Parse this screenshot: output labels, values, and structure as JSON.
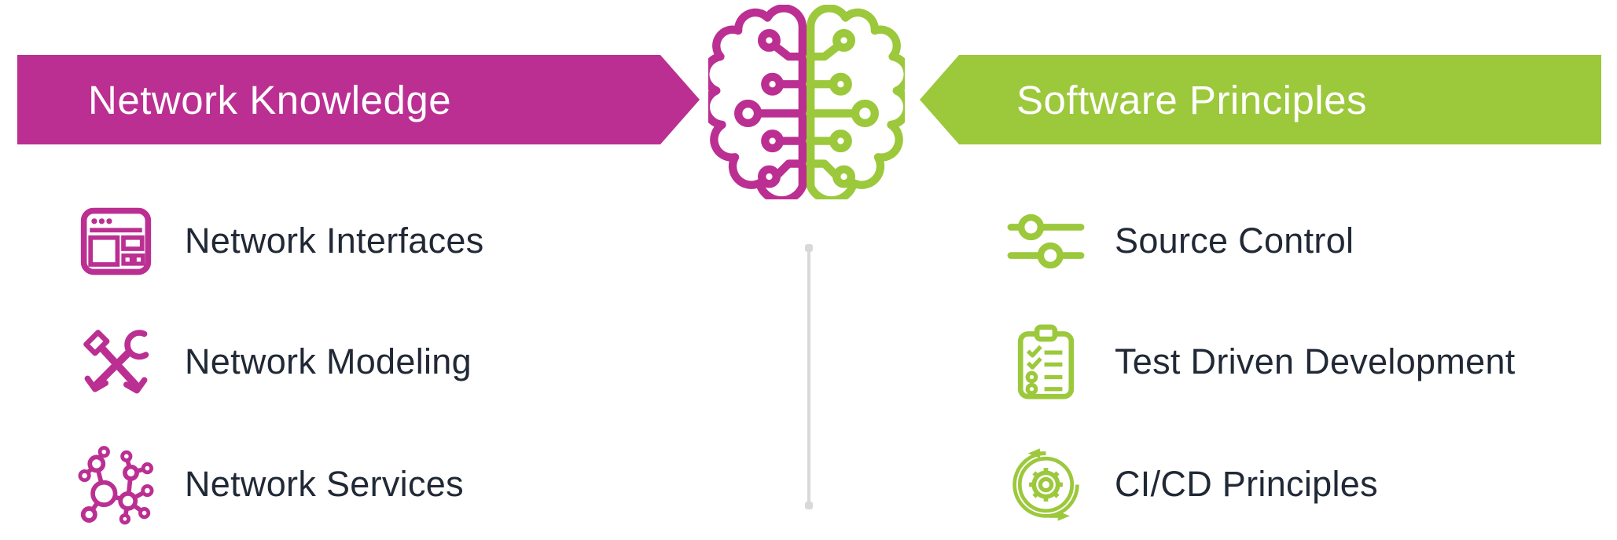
{
  "header": {
    "left_banner": {
      "label": "Network Knowledge"
    },
    "right_banner": {
      "label": "Software Principles"
    }
  },
  "center": {
    "icon": "split-brain-circuit-icon"
  },
  "left_column": {
    "items": [
      {
        "label": "Network Interfaces",
        "icon": "browser-window-icon"
      },
      {
        "label": "Network Modeling",
        "icon": "tools-icon"
      },
      {
        "label": "Network Services",
        "icon": "network-nodes-icon"
      }
    ]
  },
  "right_column": {
    "items": [
      {
        "label": "Source Control",
        "icon": "sliders-icon"
      },
      {
        "label": "Test Driven Development",
        "icon": "checklist-icon"
      },
      {
        "label": "CI/CD Principles",
        "icon": "gear-cycle-icon"
      }
    ]
  },
  "colors": {
    "magenta": "#bb2f92",
    "green": "#9cc83c",
    "text": "#212936",
    "divider": "#d9d9d9"
  }
}
